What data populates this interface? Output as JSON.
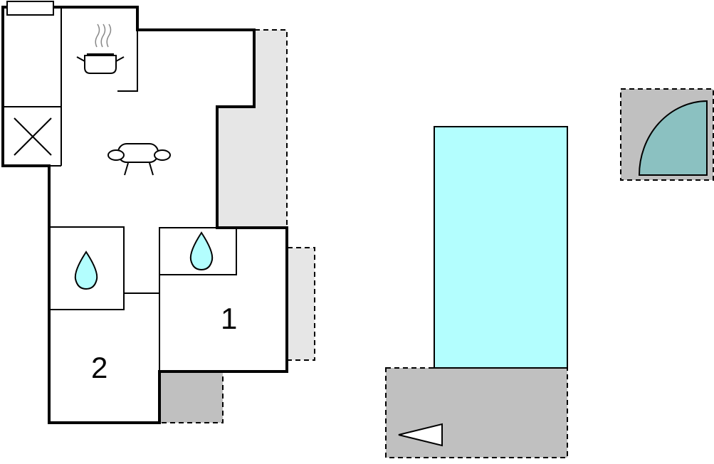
{
  "rooms": [
    {
      "number": "1"
    },
    {
      "number": "2"
    }
  ],
  "icons": {
    "kitchen": "cooking-pot-icon",
    "living": "sofa-icon",
    "bathroom": "water-drop-icon",
    "entrance": "entrance-arrow-icon",
    "shower": "quarter-circle-shower-icon",
    "pool": "swimming-pool"
  },
  "colors": {
    "wall": "#000000",
    "terrace_light": "#e6e6e6",
    "terrace_dark": "#c0c0c0",
    "pool": "#b3fefe",
    "shower": "#8bc1c1",
    "drop": "#b3fefe"
  }
}
